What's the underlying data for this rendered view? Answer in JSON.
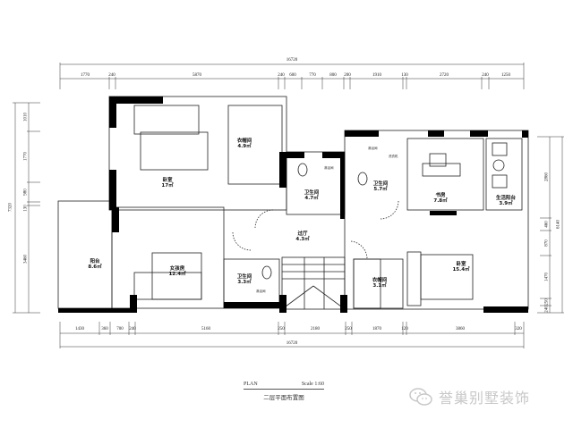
{
  "drawing": {
    "title": "二层平面布置图",
    "plan_label": "PLAN",
    "scale_label": "Scale 1:60"
  },
  "dimensions": {
    "top_total": "16720",
    "top": [
      "1770",
      "240",
      "5870",
      "240",
      "600",
      "770",
      "800",
      "200",
      "1910",
      "130",
      "2720",
      "240",
      "1250"
    ],
    "bottom_total": "16720",
    "bottom": [
      "1430",
      "360",
      "700",
      "240",
      "5160",
      "250",
      "2180",
      "250",
      "1870",
      "120",
      "3860",
      "320"
    ],
    "left_total": "7320",
    "left": [
      "1010",
      "1770",
      "980",
      "130",
      "3460"
    ],
    "right_total": "6140",
    "right": [
      "2860",
      "460",
      "870",
      "1470",
      "250",
      "240"
    ]
  },
  "rooms": [
    {
      "name": "卧室",
      "area": "17㎡"
    },
    {
      "name": "衣帽间",
      "area": "4.9㎡"
    },
    {
      "name": "卫生间",
      "area": "4.7㎡"
    },
    {
      "name": "卫生间",
      "area": "5.7㎡"
    },
    {
      "name": "书房",
      "area": "7.8㎡"
    },
    {
      "name": "生活阳台",
      "area": "3.9㎡"
    },
    {
      "name": "阳台",
      "area": "8.6㎡"
    },
    {
      "name": "女孩房",
      "area": "12.4㎡"
    },
    {
      "name": "过厅",
      "area": "4.3㎡"
    },
    {
      "name": "卫生间",
      "area": "3.3㎡"
    },
    {
      "name": "衣帽间",
      "area": "3.1㎡"
    },
    {
      "name": "卧室",
      "area": "15.4㎡"
    }
  ],
  "fixture_labels": {
    "shower": "淋浴间",
    "washer": "洗衣机",
    "vanity": "梳妆台",
    "hanger": "衣柜"
  },
  "watermark": {
    "text": "誉巢别墅装饰",
    "icon": "wechat-icon",
    "color": "#c8c8c8"
  },
  "colors": {
    "wall": "#000000",
    "line": "#222222",
    "background": "#ffffff"
  }
}
